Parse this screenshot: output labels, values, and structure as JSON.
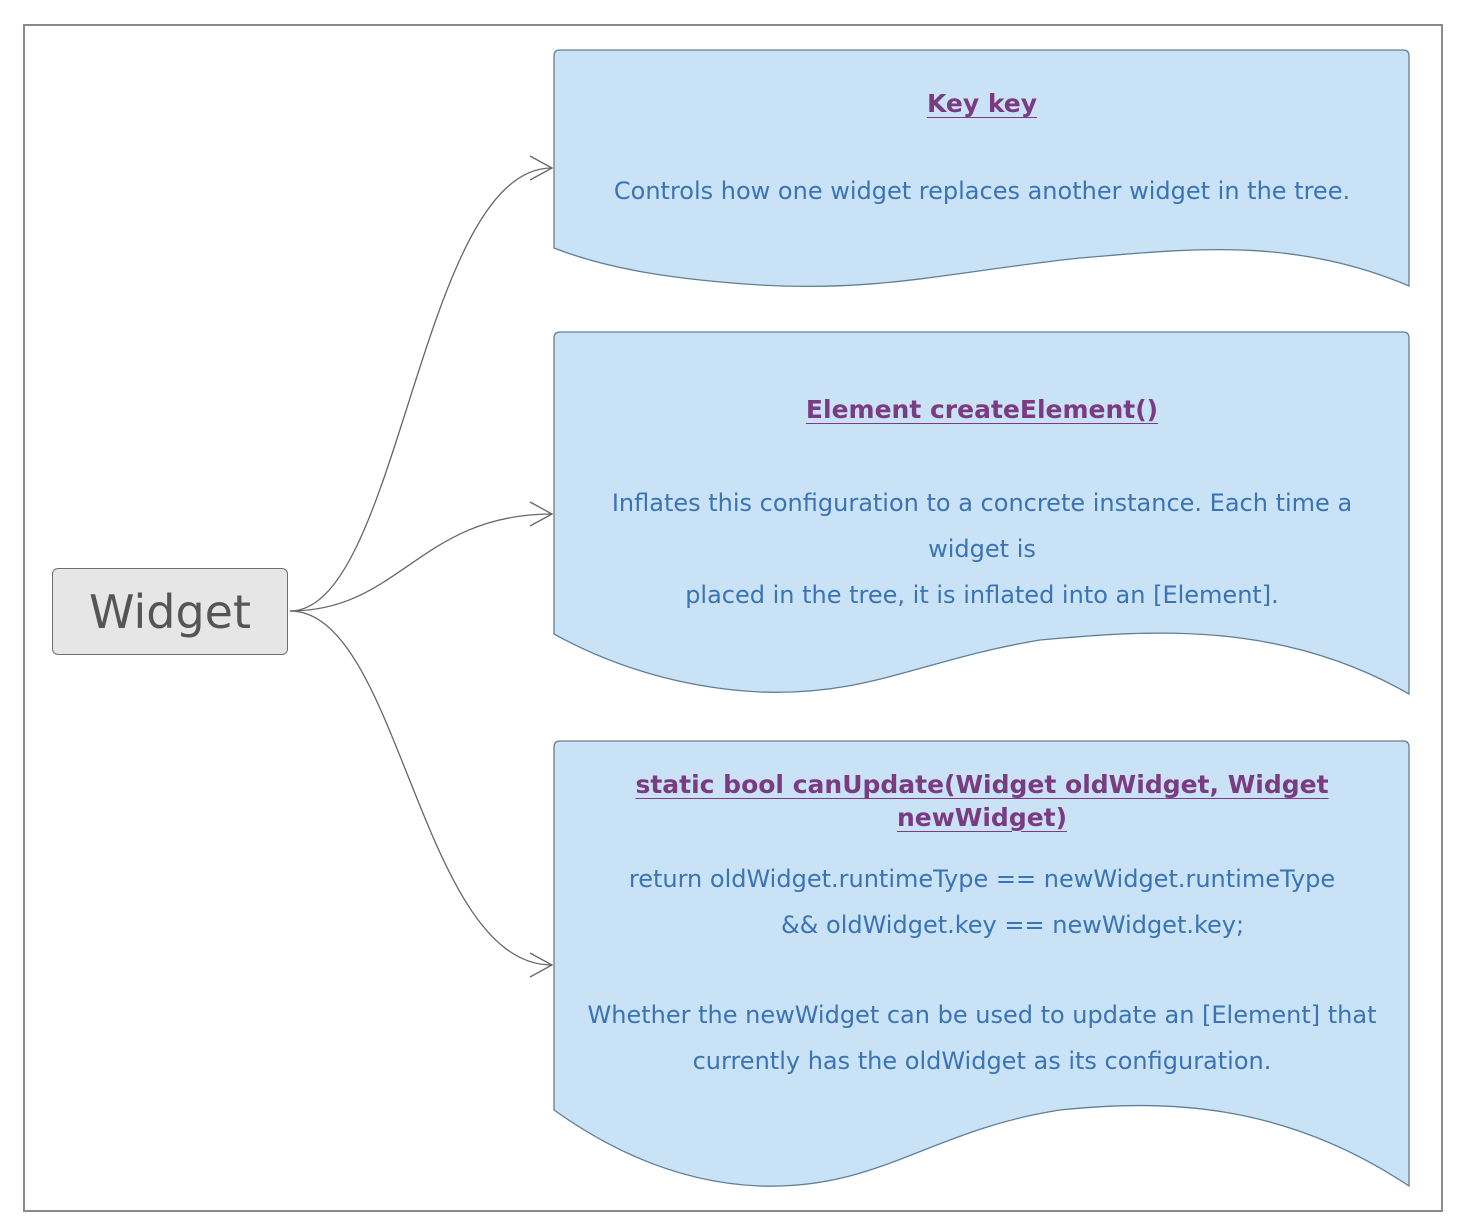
{
  "root": {
    "label": "Widget"
  },
  "cards": [
    {
      "title": "Key key",
      "body": [
        "Controls how one widget replaces another widget in the tree."
      ]
    },
    {
      "title": "Element createElement()",
      "body": [
        "Inflates this configuration to a concrete instance. Each time a widget is",
        "placed in the tree, it is inflated into an [Element]."
      ]
    },
    {
      "title": "static bool canUpdate(Widget oldWidget, Widget newWidget)",
      "code": [
        "return oldWidget.runtimeType == newWidget.runtimeType",
        "        && oldWidget.key == newWidget.key;"
      ],
      "body": [
        "Whether the newWidget can be used to update an [Element] that",
        "currently has the oldWidget as its configuration."
      ]
    }
  ],
  "colors": {
    "card_fill": "#c9e2f5",
    "card_stroke": "#5f7f99",
    "title": "#7a3b82",
    "body": "#3a74b4",
    "root_fill": "#e6e6e6",
    "connector": "#666666"
  }
}
